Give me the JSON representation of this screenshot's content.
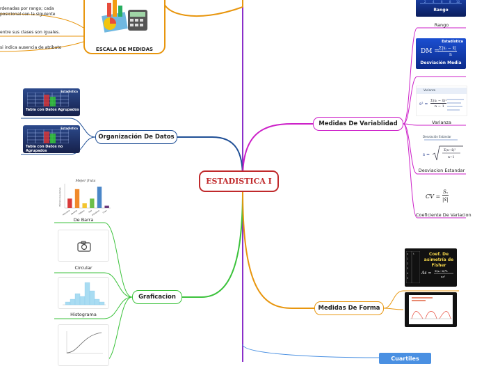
{
  "center": {
    "title": "ESTADISTICA I"
  },
  "escala": {
    "title": "ESCALA DE MEDIDAS",
    "fragments": [
      "rdenadas por rango; cada",
      "posicional con la siguiente",
      "entre sus clases son iguales.",
      "si indica ausencia de atributo"
    ]
  },
  "organizacion": {
    "title": "Organización De Datos",
    "images": [
      {
        "badge": "Estadistica",
        "caption": "Tabla con Datos Agrupados"
      },
      {
        "badge": "Estadistica",
        "caption": "Tabla con Datos no Agrupados"
      }
    ]
  },
  "graficacion": {
    "title": "Graficacion",
    "items": [
      {
        "label": "De Barra"
      },
      {
        "label": "Circular"
      },
      {
        "label": "Histograma"
      }
    ]
  },
  "bar_chart": {
    "chart_data": {
      "type": "bar",
      "title": "Mejor fruta",
      "ylabel": "Número de personas",
      "categories": [
        "Manzana",
        "Naranja",
        "Plátano",
        "Kiwi",
        "Arándano",
        "Uvas"
      ],
      "values": [
        4,
        8,
        2,
        4,
        9,
        1
      ],
      "colors": [
        "#d93b3b",
        "#f08a2b",
        "#f3c530",
        "#6dbf4b",
        "#4a86c8",
        "#6b3a7a"
      ],
      "ylim": [
        0,
        10
      ]
    }
  },
  "histogram": {
    "chart_data": {
      "type": "bar",
      "values": [
        1,
        2,
        4,
        3,
        8,
        5,
        2,
        1
      ],
      "ylim": [
        0,
        8
      ]
    }
  },
  "variabilidad": {
    "title": "Medidas De Variablidad",
    "items": [
      {
        "label": "Rango",
        "image_text": "Rango"
      },
      {
        "label": "",
        "image_title": "Estadística",
        "formula": "DM =",
        "formula_frac": "Σ|xᵢ − x̄|",
        "formula_den": "n",
        "caption": "Desviación Media"
      },
      {
        "label": "Varianza",
        "header": "Varianza",
        "formula": "s² =",
        "formula_frac": "Σ(xᵢ − x̄)²",
        "formula_den": "n − 1"
      },
      {
        "label": "Desviacion Estandar",
        "header": "Desviación Estándar",
        "formula": "s ="
      },
      {
        "label": "Coeficiente De Variacion",
        "formula": "CV =",
        "formula_frac": "Sₓ",
        "formula_den": "|x̄|"
      }
    ]
  },
  "forma": {
    "title": "Medidas De Forma",
    "fisher": {
      "title": "Coef. De asimetría de Fisher",
      "formula": "As ="
    }
  },
  "cuartiles": {
    "title": "Cuartiles"
  },
  "colors": {
    "center_border": "#c0292b",
    "center_text": "#c0292b",
    "escala": "#e8960e",
    "organizacion": "#1f4f96",
    "graficacion": "#3bc23b",
    "variabilidad": "#cc1fc8",
    "forma": "#e8960e",
    "cuartiles": "#4a90e2",
    "trunk_vertical": "#8a2fc9"
  }
}
